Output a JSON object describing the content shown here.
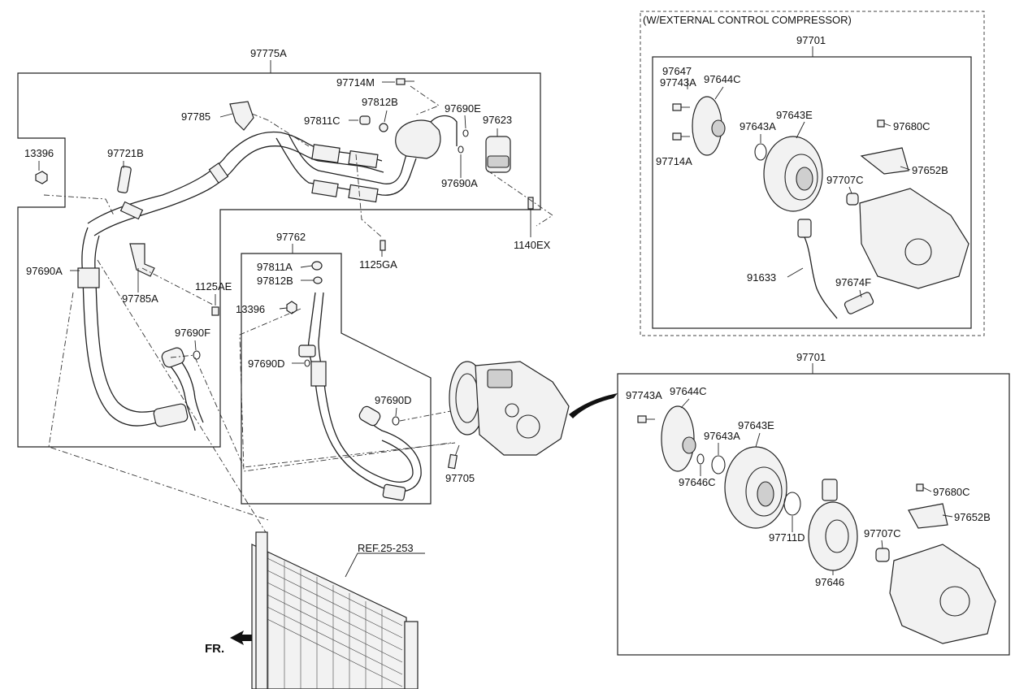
{
  "diagram": {
    "header_note": "(W/EXTERNAL CONTROL COMPRESSOR)",
    "labels": {
      "l97775A": "97775A",
      "l97714M": "97714M",
      "l97812B_top": "97812B",
      "l97690E": "97690E",
      "l97785": "97785",
      "l97811C": "97811C",
      "l97623": "97623",
      "l13396_left": "13396",
      "l97721B": "97721B",
      "l97690A_top": "97690A",
      "l1140EX": "1140EX",
      "l1125GA": "1125GA",
      "l97762": "97762",
      "l97690A_left": "97690A",
      "l97811A": "97811A",
      "l97812B_mid": "97812B",
      "l1125AE": "1125AE",
      "l97785A": "97785A",
      "l13396_mid": "13396",
      "l97690F": "97690F",
      "l97690D_left": "97690D",
      "l97690D_right": "97690D",
      "l97705": "97705",
      "ref": "REF.25-253",
      "fr": "FR.",
      "top_box_title": "97701",
      "t97647": "97647",
      "t97743A": "97743A",
      "t97644C": "97644C",
      "t97643E": "97643E",
      "t97643A": "97643A",
      "t97680C": "97680C",
      "t97714A": "97714A",
      "t97652B": "97652B",
      "t97707C": "97707C",
      "t91633": "91633",
      "t97674F": "97674F",
      "bottom_box_title": "97701",
      "b97743A": "97743A",
      "b97644C": "97644C",
      "b97643E": "97643E",
      "b97643A": "97643A",
      "b97646C": "97646C",
      "b97680C": "97680C",
      "b97652B": "97652B",
      "b97711D": "97711D",
      "b97707C": "97707C",
      "b97646": "97646"
    }
  }
}
